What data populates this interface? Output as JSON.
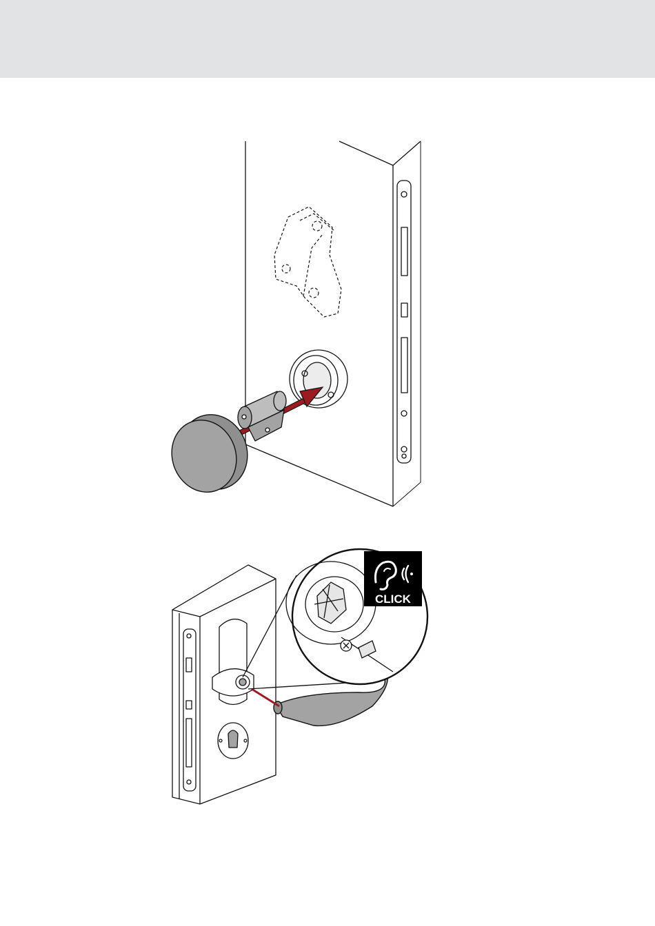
{
  "header": {
    "background": "#e2e3e5"
  },
  "figure_top": {
    "icons": [
      "door-leaf",
      "lock-case",
      "rosette-plate",
      "cylinder",
      "round-knob",
      "insert-arrow"
    ],
    "arrow_color": "#9b1b22",
    "knob_color": "#a3a3a3"
  },
  "figure_bottom": {
    "icons": [
      "lock-case",
      "cylinder-rosette",
      "lever-handle",
      "insert-arrow",
      "zoom-circle",
      "ear-icon"
    ],
    "handle_color": "#a3a3a3",
    "badge": {
      "label": "CLICK",
      "background": "#000000",
      "foreground": "#ffffff"
    }
  }
}
